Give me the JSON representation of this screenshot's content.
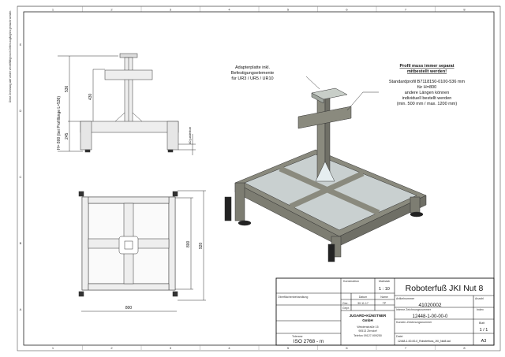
{
  "sheet": {
    "side_note": "Diese Zeichnung darf weder vervielfältigt noch Dritten zugänglich gemacht werden",
    "zones_top": [
      "1",
      "2",
      "3",
      "4",
      "5",
      "6",
      "7",
      "8"
    ],
    "zones_left": [
      "E",
      "D",
      "C",
      "B",
      "A"
    ]
  },
  "side_view": {
    "dim_total": "H= 800  (bei Profillänge L=536)",
    "dim_536": "536",
    "dim_430": "430",
    "dim_245": "245",
    "dim_adjust": "40  justierbar"
  },
  "plan_view": {
    "dim_width": "800",
    "dim_inner": "800",
    "dim_outer": "920"
  },
  "annotations": {
    "adapter": [
      "Adapterplatte inkl.",
      "Befestigungselemente",
      "für UR3 / UR5 / UR10"
    ],
    "profile_heading": [
      "Profil muss immer separat",
      "mitbestellt werden!"
    ],
    "profile_text": [
      "Standardprofil B7118150-0100-536 mm",
      "für H=800",
      "andere Längen können",
      "individuell bestellt werden",
      "(min. 500 mm / max. 1200 mm)"
    ]
  },
  "title_block": {
    "surface_label": "Oberflächenbehandlung",
    "tolerance_label": "Toleranz",
    "tolerance_value": "ISO 2768 - m",
    "date_header": "Konstruktion",
    "date_col": "Datum",
    "name_col": "Name",
    "scale_label": "Maßstab",
    "scale_value": "1 : 10",
    "drawn_label": "Gez.",
    "drawn_date": "30.11.17",
    "drawn_name": "TP",
    "checked_label": "Gepr.",
    "company": [
      "JUGARD+KÜNSTNER",
      "GmbH"
    ],
    "address": [
      "Weidenstraße 15",
      "90513 Zirndorf",
      "Telefon 09127-909250"
    ],
    "title": "Roboterfuß JKI Nut 8",
    "article_label": "Artikelnummer",
    "article_value": "41020002",
    "quantity_label": "Anzahl",
    "drawing_no_label": "Interne Zeichnungsnummer",
    "drawing_no_value": "12448-1-00-00-0",
    "index_label": "Index",
    "customer_no_label": "Kunden-Zeichnungsnummer",
    "sheet_label": "Blatt",
    "sheet_value": "1 / 1",
    "file_label": "Datei",
    "file_value": "12448-1-00-00-0_Roboterfuss_JKI_Nut8.iad",
    "format_value": "A3"
  }
}
